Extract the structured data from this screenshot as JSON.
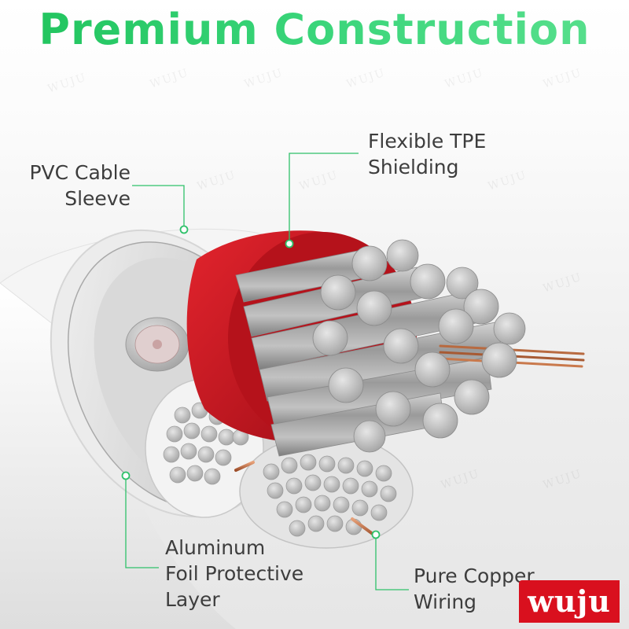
{
  "title": "Premium Construction",
  "labels": {
    "pvc": "PVC Cable\nSleeve",
    "tpe": "Flexible TPE\nShielding",
    "foil": "Aluminum\nFoil Protective\nLayer",
    "copper": "Pure Copper\nWiring"
  },
  "watermark_text": "WUJU",
  "logo_text": "wuju",
  "colors": {
    "title_green": "#2ecf6c",
    "callout_green": "#2fc16a",
    "tpe_red": "#c8151f",
    "logo_red": "#d9101e",
    "label_text": "#3d3d3d"
  }
}
